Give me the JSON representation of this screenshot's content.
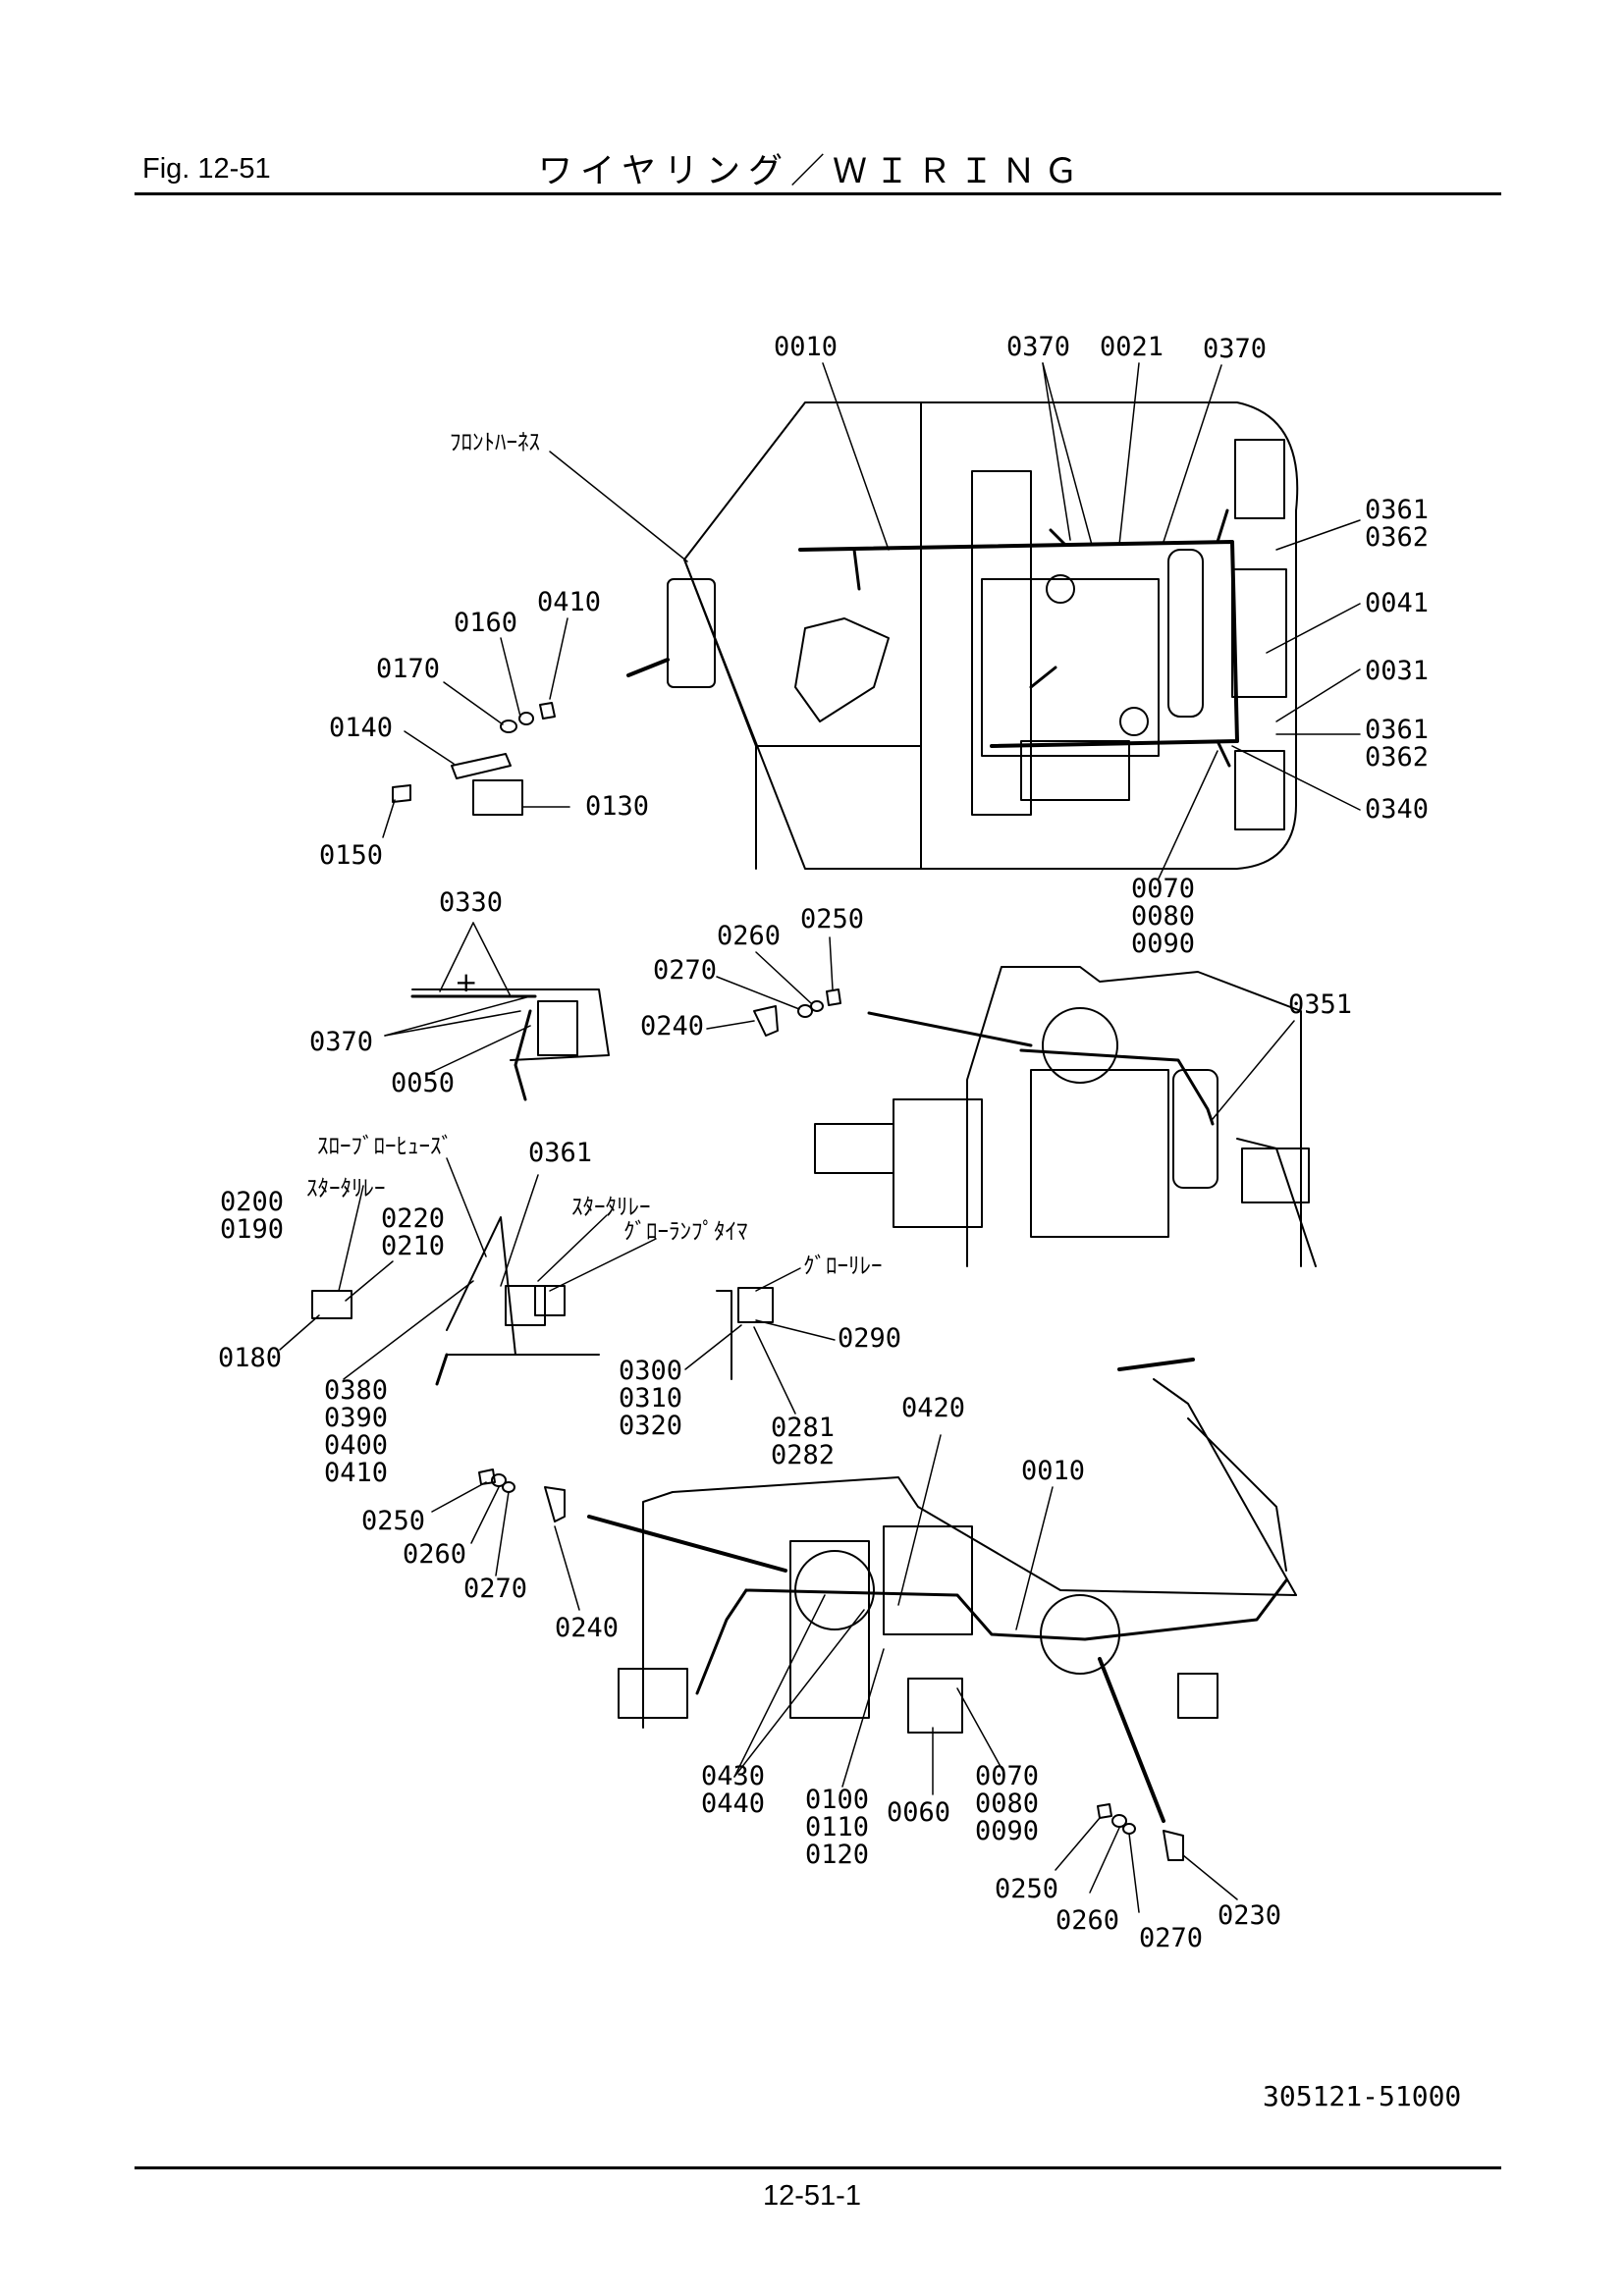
{
  "header": {
    "fig_label": "Fig.  12-51",
    "title": "ワイヤリング／ＷＩＲＩＮＧ"
  },
  "footer": {
    "drawing_code": "305121-51000",
    "page_number": "12-51-1"
  },
  "callouts": {
    "top_0010": "0010",
    "top_0370a": "0370",
    "top_0021": "0021",
    "top_0370b": "0370",
    "front_harness": "ﾌﾛﾝﾄﾊｰﾈｽ",
    "c0361a": "0361",
    "c0362a": "0362",
    "c0041": "0041",
    "c0031": "0031",
    "c0361b": "0361",
    "c0362b": "0362",
    "c0340": "0340",
    "c0070a": "0070",
    "c0080a": "0080",
    "c0090a": "0090",
    "c0410a": "0410",
    "c0160": "0160",
    "c0170": "0170",
    "c0140": "0140",
    "c0130": "0130",
    "c0150": "0150",
    "c0330": "0330",
    "c0370c": "0370",
    "c0050": "0050",
    "c0260a": "0260",
    "c0250a": "0250",
    "c0270a": "0270",
    "c0240a": "0240",
    "c0351": "0351",
    "slow_blow_fuse": "ｽﾛｰﾌﾞﾛｰﾋｭｰｽﾞ",
    "c0361c": "0361",
    "starter_relay_a": "ｽﾀｰﾀﾘﾚｰ",
    "starter_relay_b": "ｽﾀｰﾀﾘﾚｰ",
    "glow_lamp_timer": "ｸﾞﾛｰﾗﾝﾌﾟﾀｲﾏ",
    "glow_relay": "ｸﾞﾛｰﾘﾚｰ",
    "c0200": "0200",
    "c0190": "0190",
    "c0220": "0220",
    "c0210": "0210",
    "c0180": "0180",
    "c0380": "0380",
    "c0390": "0390",
    "c0400": "0400",
    "c0410b": "0410",
    "c0290": "0290",
    "c0300": "0300",
    "c0310": "0310",
    "c0320": "0320",
    "c0281": "0281",
    "c0282": "0282",
    "c0420": "0420",
    "c0010b": "0010",
    "c0250b": "0250",
    "c0260b": "0260",
    "c0270b": "0270",
    "c0240b": "0240",
    "c0430": "0430",
    "c0440": "0440",
    "c0100": "0100",
    "c0110": "0110",
    "c0120": "0120",
    "c0060": "0060",
    "c0070b": "0070",
    "c0080b": "0080",
    "c0090b": "0090",
    "c0250c": "0250",
    "c0260c": "0260",
    "c0270c": "0270",
    "c0230": "0230"
  }
}
